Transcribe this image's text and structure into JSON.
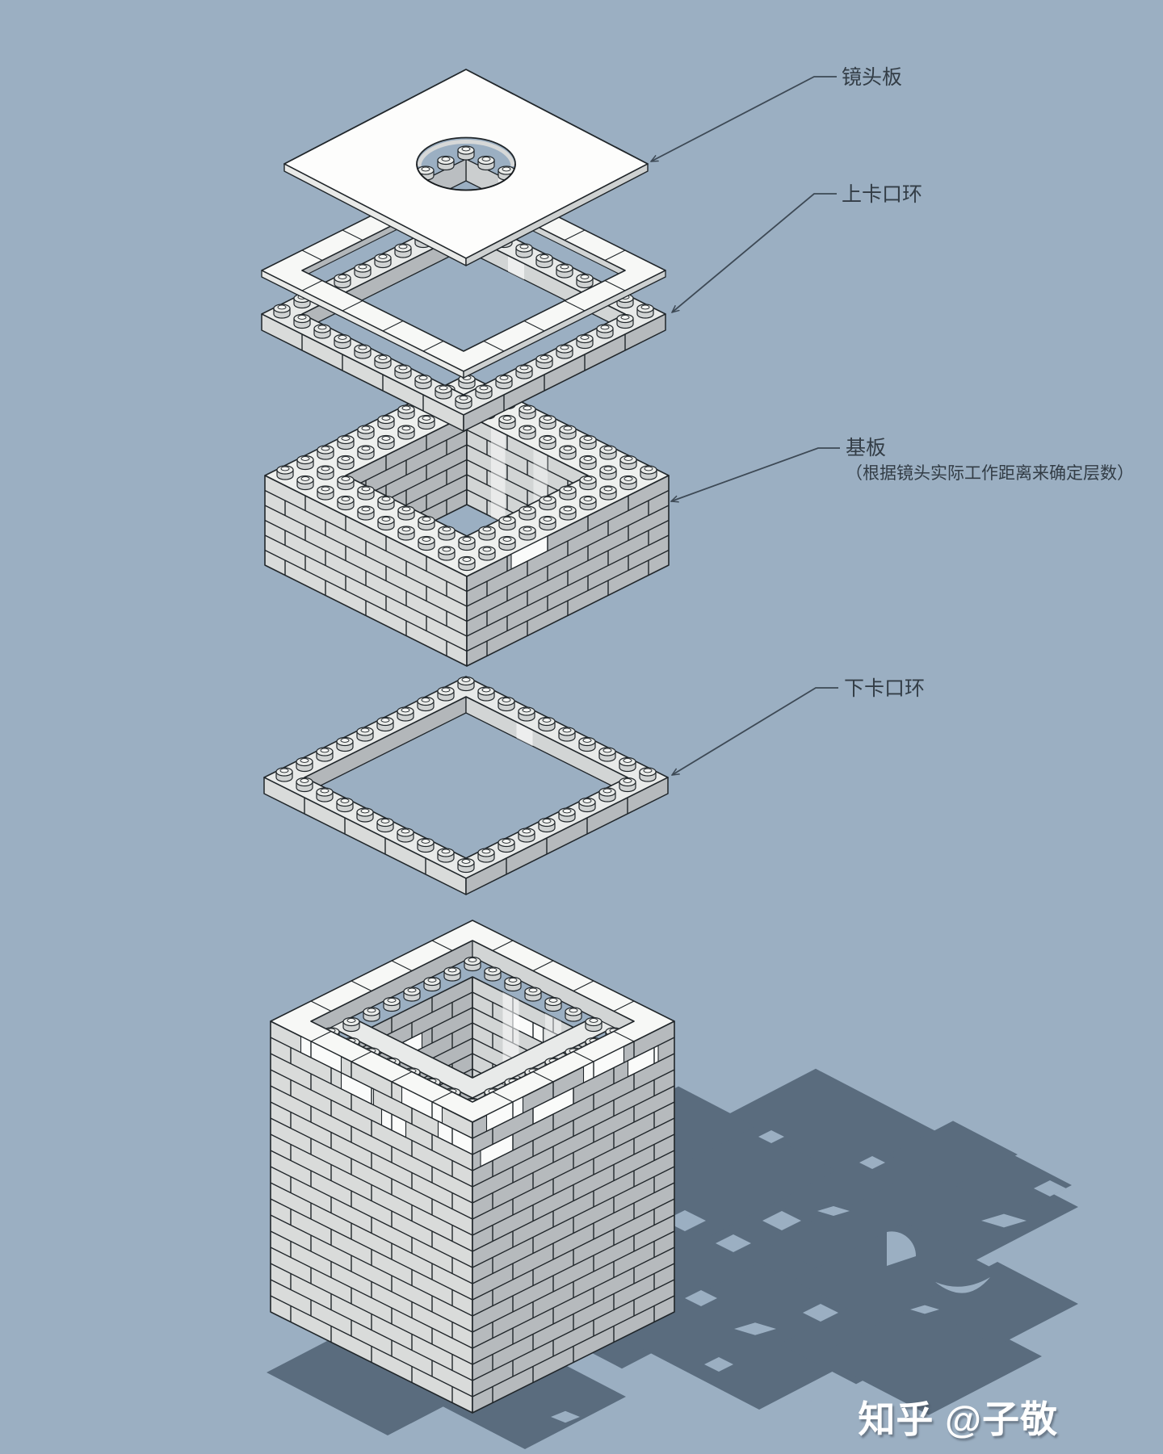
{
  "labels": {
    "lens_plate": "镜头板",
    "upper_ring": "上卡口环",
    "base_plate": "基板",
    "base_plate_note": "（根据镜头实际工作距离来确定层数）",
    "lower_ring": "下卡口环"
  },
  "watermark": {
    "site": "知乎",
    "author": "@子敬"
  },
  "colors": {
    "background": "#9bafc2",
    "shadow": "#5a6c7e",
    "brick_face_light": "#d9dbda",
    "brick_face_dark": "#b6babd",
    "brick_inner_light": "#d2d5d5",
    "brick_inner_dark": "#b3b7ba",
    "brick_top": "#eef0ee",
    "ring_top": "#e8eae9",
    "tile_top": "#f7f8f6",
    "plate_white": "#fdfdfc",
    "stud_side": "#cfd2d2",
    "stud_top": "#e9ebe9",
    "floor": "#aaafb3",
    "outline": "#20262a",
    "label_text": "#333d46",
    "leader_line": "#3d4955",
    "watermark_text": "#ffffff"
  }
}
